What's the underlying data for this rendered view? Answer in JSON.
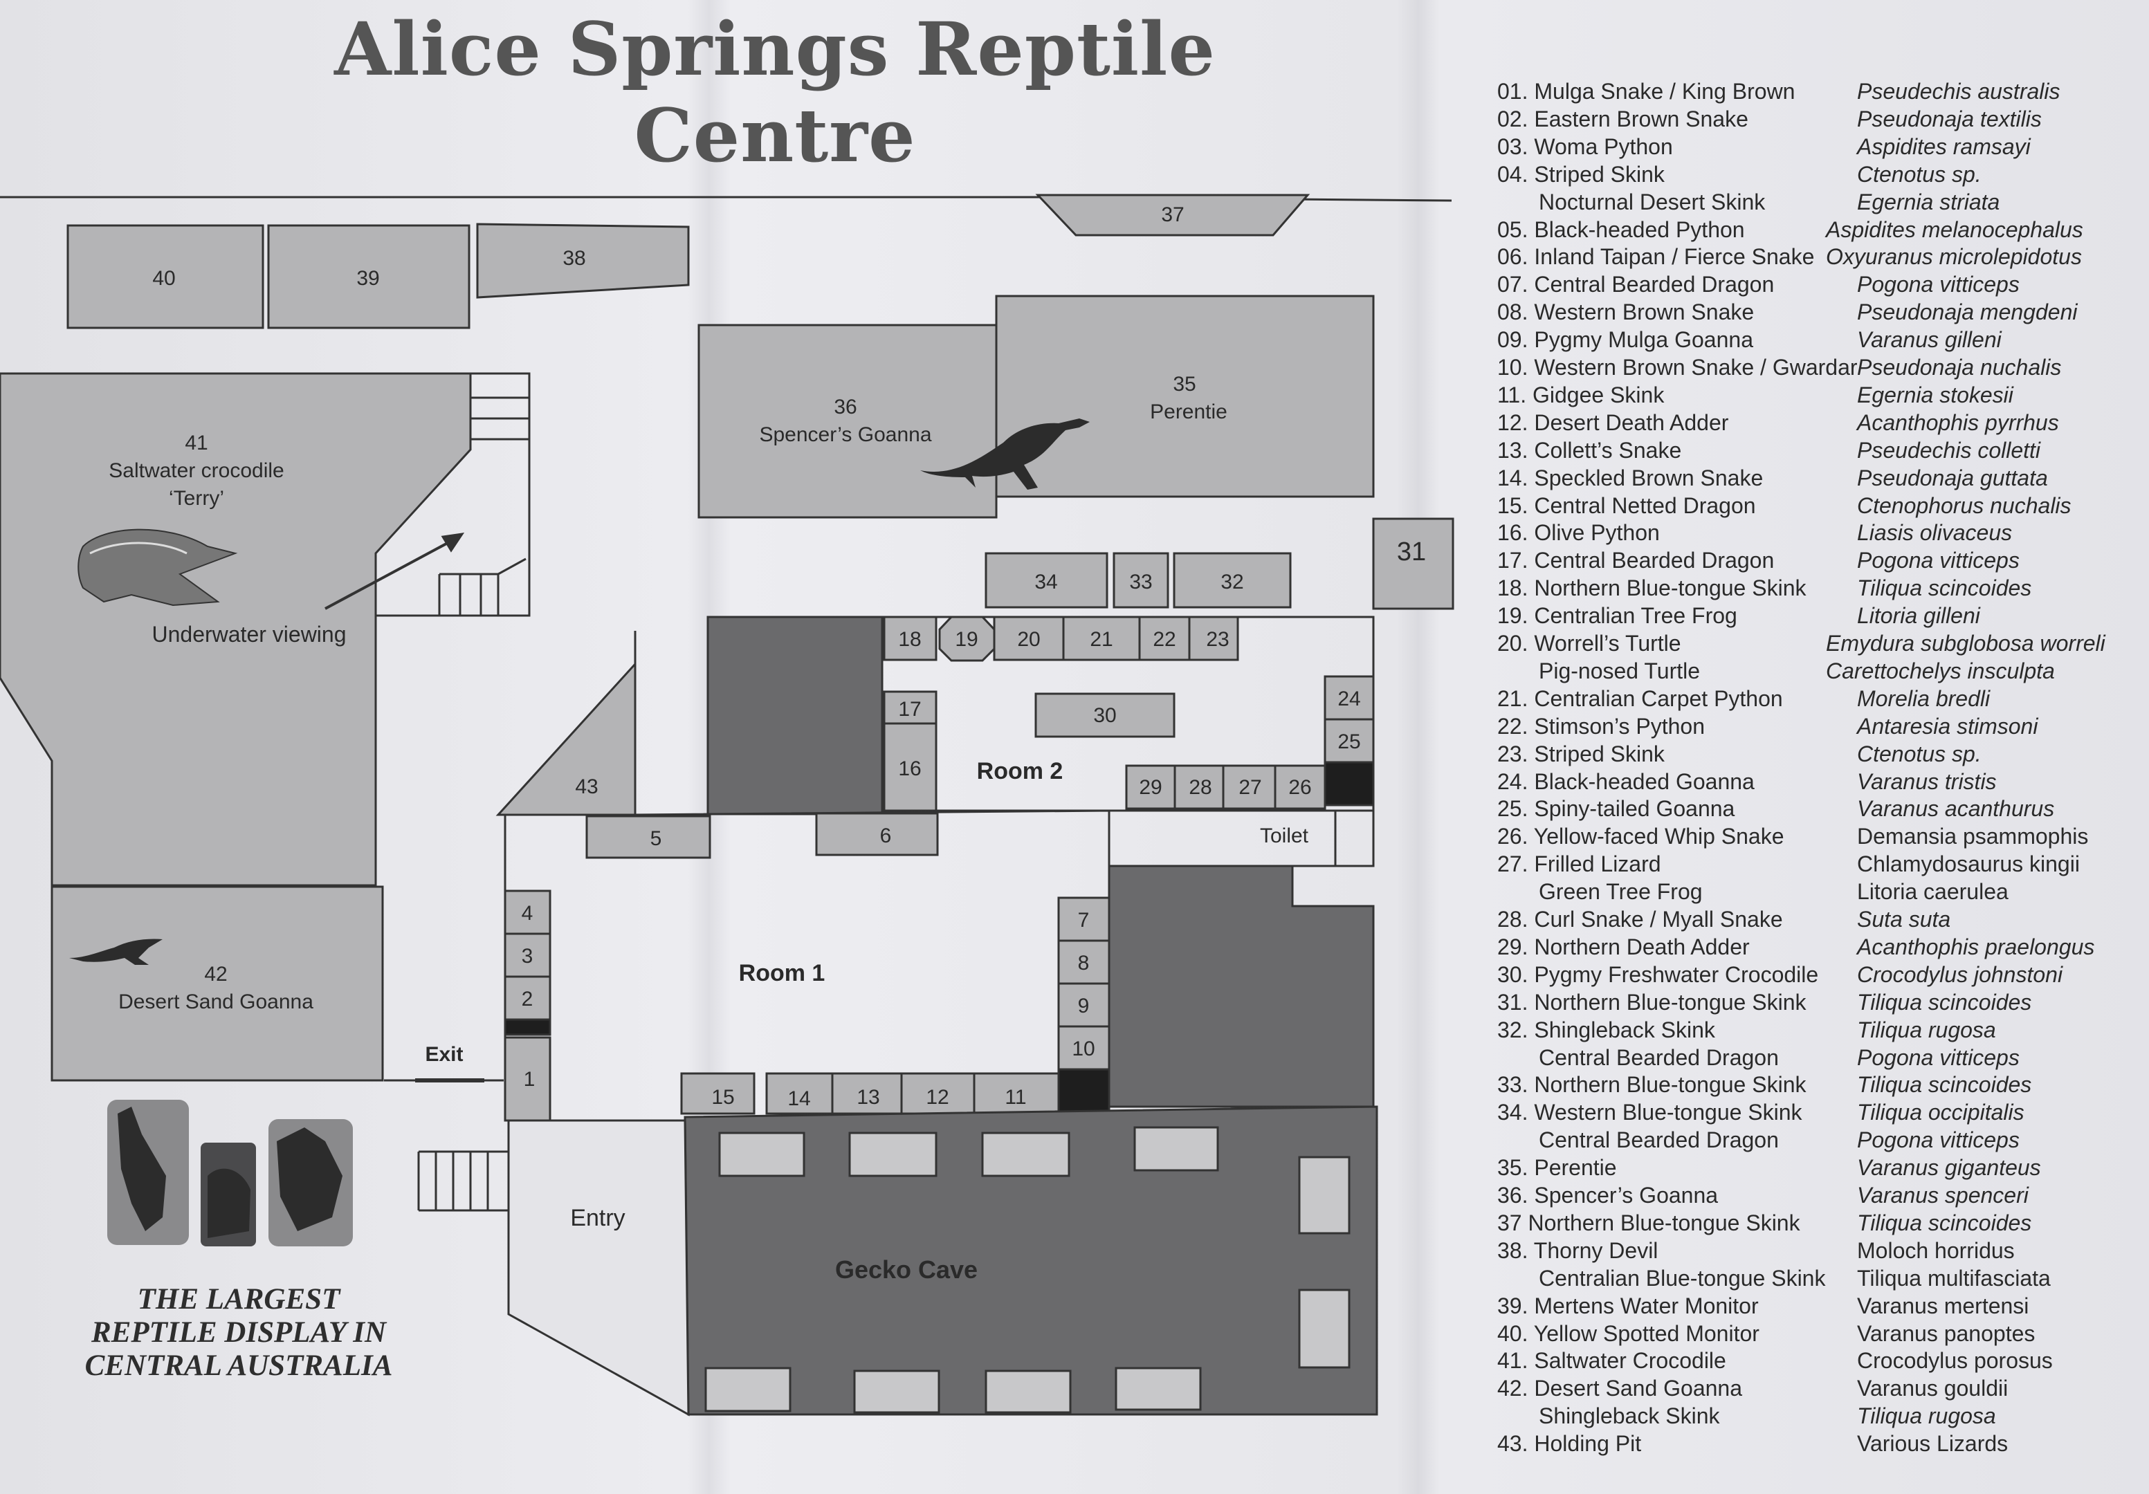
{
  "title": "Alice Springs Reptile Centre",
  "tagline": [
    "THE LARGEST",
    "REPTILE DISPLAY IN",
    "CENTRAL AUSTRALIA"
  ],
  "map_labels": {
    "exit": "Exit",
    "entry": "Entry",
    "room1": "Room 1",
    "room2": "Room 2",
    "toilet": "Toilet",
    "gecko_cave": "Gecko Cave",
    "underwater": "Underwater viewing",
    "enc41": [
      "41",
      "Saltwater crocodile",
      "‘Terry’"
    ],
    "enc42": [
      "42",
      "Desert Sand Goanna"
    ],
    "enc36": [
      "36",
      "Spencer’s Goanna"
    ],
    "enc35": [
      "35",
      "Perentie"
    ]
  },
  "enclosure_numbers": [
    "1",
    "2",
    "3",
    "4",
    "5",
    "6",
    "7",
    "8",
    "9",
    "10",
    "11",
    "12",
    "13",
    "14",
    "15",
    "16",
    "17",
    "18",
    "19",
    "20",
    "21",
    "22",
    "23",
    "24",
    "25",
    "26",
    "27",
    "28",
    "29",
    "30",
    "31",
    "32",
    "33",
    "34",
    "37",
    "38",
    "39",
    "40",
    "43"
  ],
  "legend": [
    {
      "common": "01. Mulga Snake / King Brown",
      "sci": "Pseudechis australis",
      "italic": true
    },
    {
      "common": "02. Eastern Brown Snake",
      "sci": "Pseudonaja textilis",
      "italic": true
    },
    {
      "common": "03. Woma Python",
      "sci": "Aspidites ramsayi",
      "italic": true
    },
    {
      "common": "04. Striped Skink",
      "sci": "Ctenotus sp.",
      "italic": true
    },
    {
      "common": "Nocturnal Desert Skink",
      "sci": "Egernia striata",
      "italic": true,
      "indent": true
    },
    {
      "common": "05. Black-headed Python",
      "sci": "Aspidites melanocephalus",
      "italic": true
    },
    {
      "common": "06. Inland Taipan / Fierce Snake",
      "sci": "Oxyuranus microlepidotus",
      "italic": true
    },
    {
      "common": "07. Central Bearded Dragon",
      "sci": "Pogona vitticeps",
      "italic": true
    },
    {
      "common": "08. Western Brown Snake",
      "sci": "Pseudonaja mengdeni",
      "italic": true
    },
    {
      "common": "09. Pygmy Mulga Goanna",
      "sci": "Varanus gilleni",
      "italic": true
    },
    {
      "common": "10. Western Brown Snake / Gwardar",
      "sci": "Pseudonaja nuchalis",
      "italic": true
    },
    {
      "common": "11. Gidgee Skink",
      "sci": "Egernia stokesii",
      "italic": true
    },
    {
      "common": "12. Desert Death Adder",
      "sci": "Acanthophis pyrrhus",
      "italic": true
    },
    {
      "common": "13. Collett’s Snake",
      "sci": "Pseudechis colletti",
      "italic": true
    },
    {
      "common": "14. Speckled Brown Snake",
      "sci": "Pseudonaja guttata",
      "italic": true
    },
    {
      "common": "15. Central Netted Dragon",
      "sci": "Ctenophorus nuchalis",
      "italic": true
    },
    {
      "common": "16. Olive Python",
      "sci": "Liasis olivaceus",
      "italic": true
    },
    {
      "common": "17. Central Bearded Dragon",
      "sci": "Pogona vitticeps",
      "italic": true
    },
    {
      "common": "18. Northern Blue-tongue Skink",
      "sci": "Tiliqua scincoides",
      "italic": true
    },
    {
      "common": "19. Centralian Tree Frog",
      "sci": "Litoria gilleni",
      "italic": true
    },
    {
      "common": "20. Worrell’s Turtle",
      "sci": "Emydura subglobosa worreli",
      "italic": true
    },
    {
      "common": "Pig-nosed Turtle",
      "sci": "Carettochelys insculpta",
      "italic": true,
      "indent": true
    },
    {
      "common": "21. Centralian Carpet Python",
      "sci": "Morelia bredli",
      "italic": true
    },
    {
      "common": "22. Stimson’s Python",
      "sci": "Antaresia stimsoni",
      "italic": true
    },
    {
      "common": "23. Striped Skink",
      "sci": "Ctenotus sp.",
      "italic": true
    },
    {
      "common": "24. Black-headed Goanna",
      "sci": "Varanus tristis",
      "italic": true
    },
    {
      "common": "25. Spiny-tailed Goanna",
      "sci": "Varanus acanthurus",
      "italic": true
    },
    {
      "common": "26. Yellow-faced Whip Snake",
      "sci": "Demansia psammophis",
      "italic": false
    },
    {
      "common": "27. Frilled Lizard",
      "sci": "Chlamydosaurus kingii",
      "italic": false
    },
    {
      "common": "Green Tree Frog",
      "sci": "Litoria caerulea",
      "italic": false,
      "indent": true
    },
    {
      "common": "28. Curl Snake / Myall Snake",
      "sci": "Suta suta",
      "italic": true
    },
    {
      "common": "29. Northern Death Adder",
      "sci": "Acanthophis praelongus",
      "italic": true
    },
    {
      "common": "30. Pygmy Freshwater Crocodile",
      "sci": "Crocodylus johnstoni",
      "italic": true
    },
    {
      "common": "31. Northern Blue-tongue Skink",
      "sci": "Tiliqua scincoides",
      "italic": true
    },
    {
      "common": "32. Shingleback Skink",
      "sci": "Tiliqua rugosa",
      "italic": true
    },
    {
      "common": "Central Bearded Dragon",
      "sci": "Pogona vitticeps",
      "italic": true,
      "indent": true
    },
    {
      "common": "33. Northern Blue-tongue Skink",
      "sci": "Tiliqua scincoides",
      "italic": true
    },
    {
      "common": "34. Western Blue-tongue Skink",
      "sci": "Tiliqua occipitalis",
      "italic": true
    },
    {
      "common": "Central Bearded Dragon",
      "sci": "Pogona vitticeps",
      "italic": true,
      "indent": true
    },
    {
      "common": "35. Perentie",
      "sci": "Varanus giganteus",
      "italic": true
    },
    {
      "common": "36. Spencer’s Goanna",
      "sci": "Varanus spenceri",
      "italic": true
    },
    {
      "common": "37 Northern Blue-tongue Skink",
      "sci": "Tiliqua scincoides",
      "italic": true
    },
    {
      "common": "38. Thorny Devil",
      "sci": "Moloch horridus",
      "italic": false
    },
    {
      "common": "Centralian Blue-tongue Skink",
      "sci": "Tiliqua multifasciata",
      "italic": false,
      "indent": true
    },
    {
      "common": "39. Mertens Water Monitor",
      "sci": "Varanus mertensi",
      "italic": false
    },
    {
      "common": "40. Yellow Spotted Monitor",
      "sci": "Varanus panoptes",
      "italic": false
    },
    {
      "common": "41. Saltwater Crocodile",
      "sci": "Crocodylus porosus",
      "italic": false
    },
    {
      "common": "42. Desert Sand Goanna",
      "sci": "Varanus gouldii",
      "italic": false
    },
    {
      "common": "Shingleback Skink",
      "sci": "Tiliqua rugosa",
      "italic": true,
      "indent": true
    },
    {
      "common": "43. Holding Pit",
      "sci": "Various Lizards",
      "italic": false
    }
  ],
  "colors": {
    "enclosure_fill": "#b4b4b6",
    "dark_fill": "#6a6a6c",
    "outline": "#333333"
  }
}
